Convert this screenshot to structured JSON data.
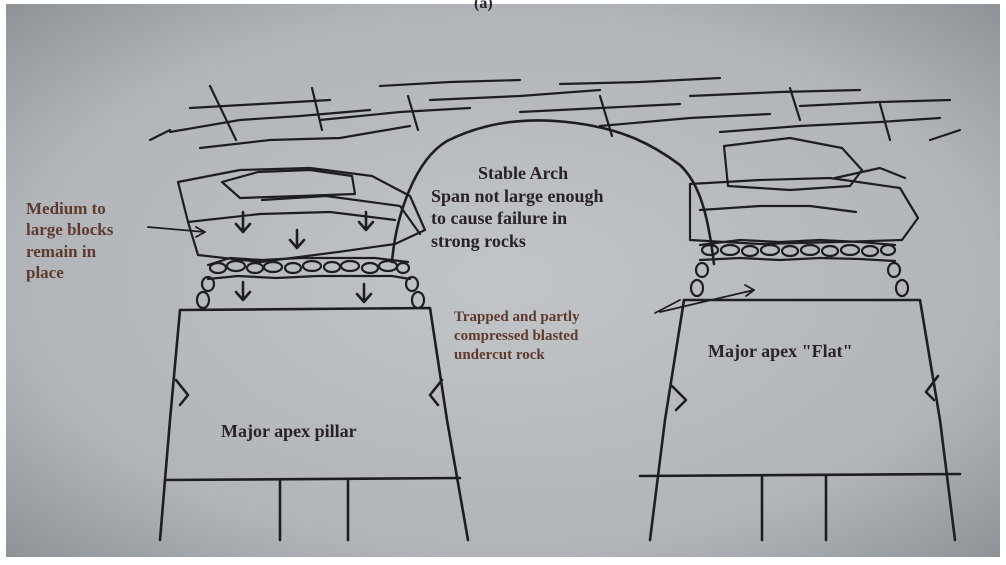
{
  "diagram": {
    "top_fragment": "(a)",
    "labels": {
      "stable_arch": {
        "title": "Stable Arch",
        "lines": [
          "Span not large enough",
          "to cause failure in",
          "strong rocks"
        ]
      },
      "medium_blocks": {
        "lines": [
          "Medium to",
          "large blocks",
          "remain in",
          "place"
        ]
      },
      "trapped_rock": {
        "lines": [
          "Trapped and partly",
          "compressed blasted",
          "undercut rock"
        ]
      },
      "apex_pillar": {
        "text": "Major apex pillar"
      },
      "apex_flat": {
        "text": "Major apex \"Flat\""
      }
    },
    "colors": {
      "paper": "#b3b7bb",
      "ink": "#1f1d24",
      "brown_text": "#5f3a2c",
      "dark_text": "#2a2129"
    }
  }
}
